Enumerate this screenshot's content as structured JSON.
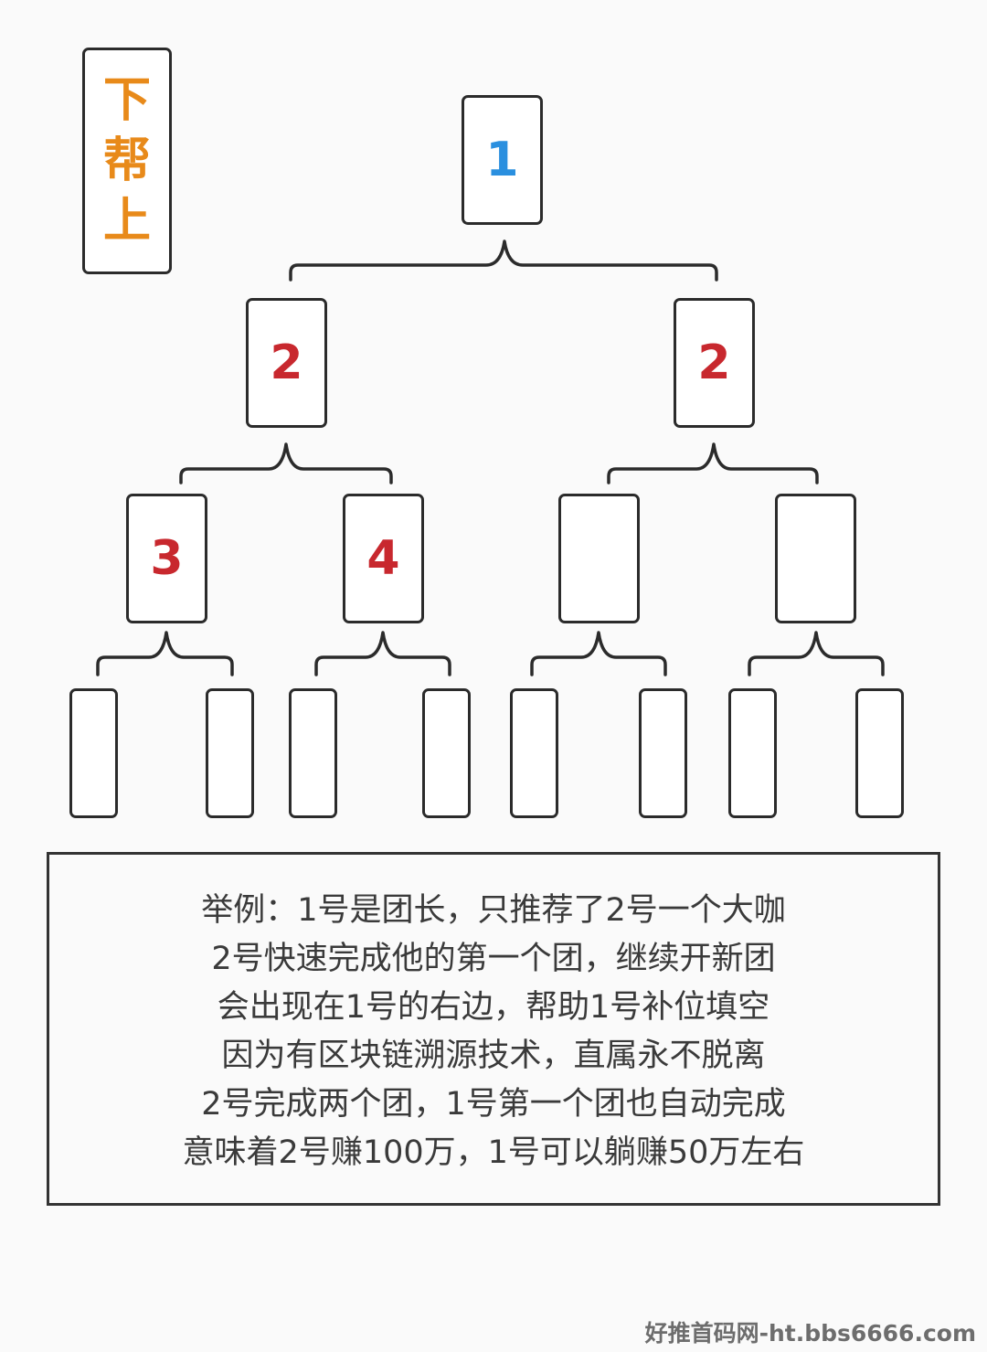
{
  "legend": {
    "chars": [
      "下",
      "帮",
      "上"
    ],
    "color": "#e88a1a"
  },
  "tree": {
    "root": {
      "label": "1",
      "color": "#2a8fdf"
    },
    "level2": [
      {
        "label": "2",
        "color": "#c8282e"
      },
      {
        "label": "2",
        "color": "#c8282e"
      }
    ],
    "level3": [
      {
        "label": "3",
        "color": "#c8282e"
      },
      {
        "label": "4",
        "color": "#c8282e"
      },
      {
        "label": ""
      },
      {
        "label": ""
      }
    ],
    "level4": [
      "",
      "",
      "",
      "",
      "",
      "",
      "",
      ""
    ]
  },
  "explanation": {
    "lines": [
      "举例：1号是团长，只推荐了2号一个大咖",
      "2号快速完成他的第一个团，继续开新团",
      "会出现在1号的右边，帮助1号补位填空",
      "因为有区块链溯源技术，直属永不脱离",
      "2号完成两个团，1号第一个团也自动完成",
      "意味着2号赚100万，1号可以躺赚50万左右"
    ]
  },
  "watermark": "好推首码网-ht.bbs6666.com"
}
